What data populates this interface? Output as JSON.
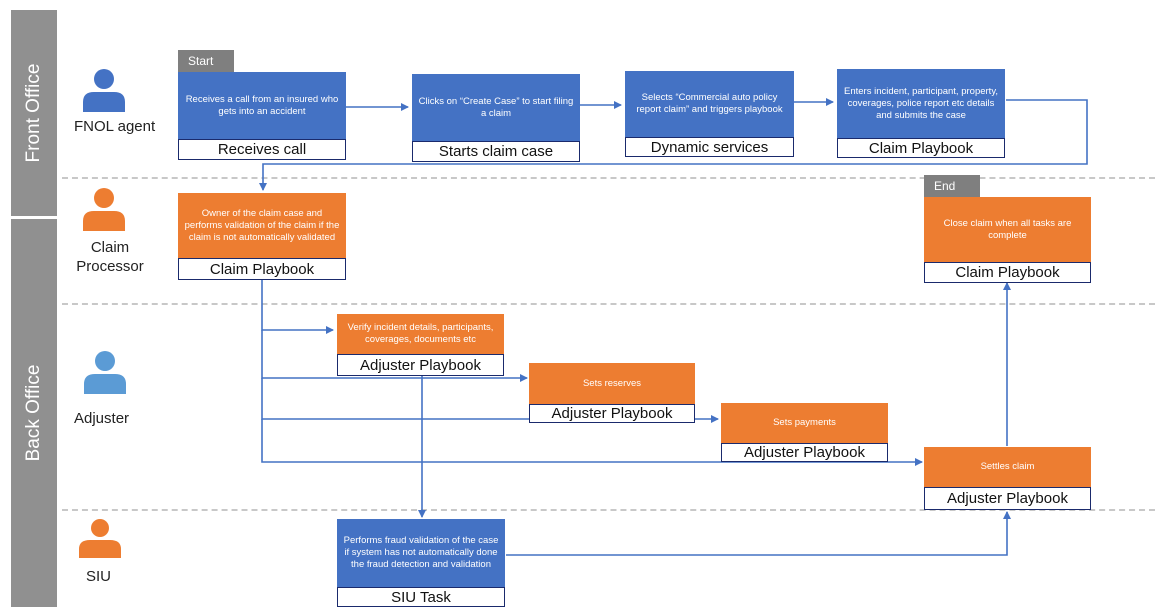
{
  "lanes": {
    "front_office": "Front Office",
    "back_office": "Back Office"
  },
  "actors": {
    "fnol_agent": "FNOL agent",
    "claim_processor_line1": "Claim",
    "claim_processor_line2": "Processor",
    "adjuster": "Adjuster",
    "siu": "SIU"
  },
  "tags": {
    "start": "Start",
    "end": "End"
  },
  "steps": {
    "receives_call": {
      "text": "Receives a call from an insured who gets into an accident",
      "label": "Receives call"
    },
    "starts_claim": {
      "text": "Clicks on “Create Case” to start filing a claim",
      "label": "Starts claim case"
    },
    "dynamic_services": {
      "text": "Selects “Commercial auto policy report claim” and triggers playbook",
      "label": "Dynamic services"
    },
    "enters_details": {
      "text": "Enters incident, participant, property, coverages, police report etc details and submits the case",
      "label": "Claim Playbook"
    },
    "claim_owner": {
      "text": "Owner of  the claim case  and performs validation of the claim if the claim is not automatically validated",
      "label": "Claim Playbook"
    },
    "verify_incident": {
      "text": "Verify incident details, participants, coverages, documents etc",
      "label": "Adjuster Playbook"
    },
    "sets_reserves": {
      "text": "Sets reserves",
      "label": "Adjuster Playbook"
    },
    "sets_payments": {
      "text": "Sets payments",
      "label": "Adjuster Playbook"
    },
    "settles_claim": {
      "text": "Settles claim",
      "label": "Adjuster Playbook"
    },
    "fraud_validation": {
      "text": "Performs fraud validation of the case if system has not automatically done the fraud detection and validation",
      "label": "SIU Task"
    },
    "close_claim": {
      "text": "Close claim when all tasks are complete",
      "label": "Claim Playbook"
    }
  },
  "colors": {
    "front_step": "#4472c4",
    "back_step": "#ed7d31",
    "connector": "#4472c4",
    "lane_bar": "#909090"
  }
}
